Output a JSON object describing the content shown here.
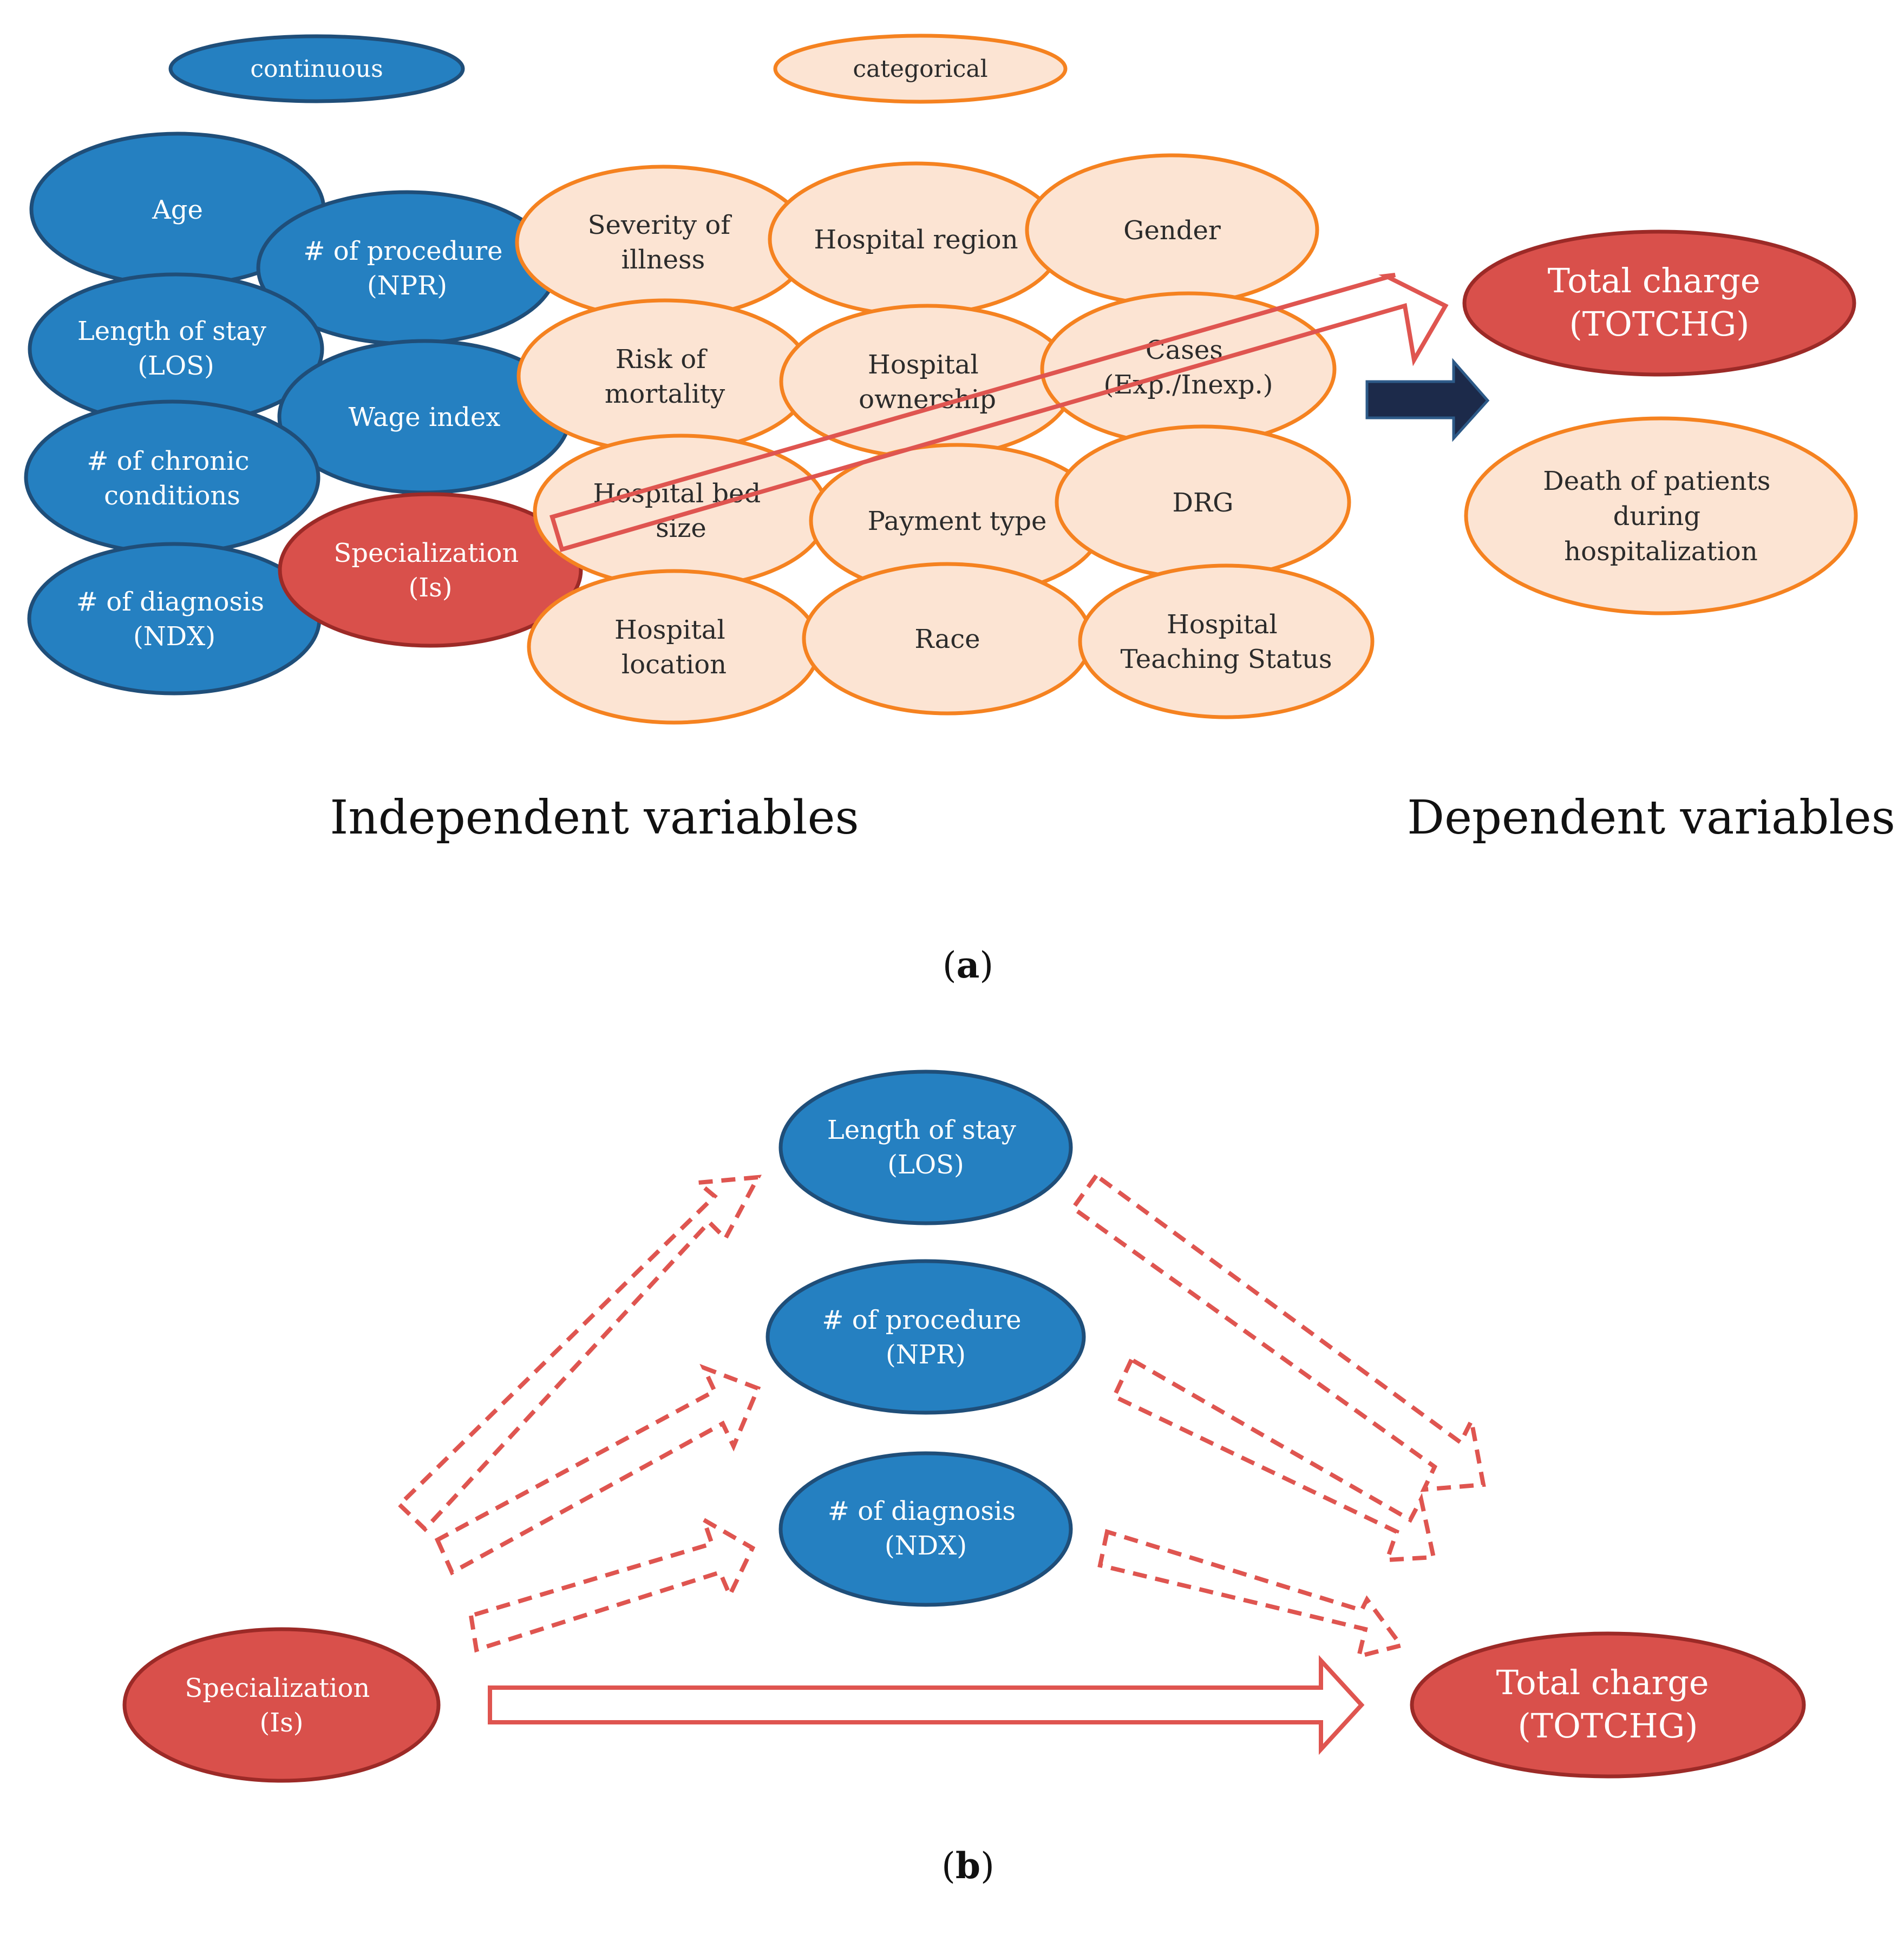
{
  "colors": {
    "continuous_fill": "#2580c1",
    "continuous_stroke": "#1f4e79",
    "categorical_fill": "#fce4d3",
    "categorical_stroke": "#f58220",
    "specialization_fill": "#d9504b",
    "specialization_stroke": "#9c2a27",
    "red_arrow": "#df5550",
    "navy_arrow": "#1c2a4a"
  },
  "legend": {
    "continuous": "continuous",
    "categorical": "categorical"
  },
  "panel_a": {
    "continuous_vars": {
      "age": "Age",
      "procedure": [
        "# of procedure",
        "(NPR)"
      ],
      "los": [
        "Length of stay",
        "(LOS)"
      ],
      "wage": "Wage index",
      "chronic": [
        "# of chronic",
        "conditions"
      ],
      "diagnosis": [
        "# of diagnosis",
        "(NDX)"
      ]
    },
    "specialization": [
      "Specialization",
      "(Is)"
    ],
    "categorical_vars": {
      "severity": [
        "Severity of",
        "illness"
      ],
      "region": "Hospital region",
      "gender": "Gender",
      "risk": [
        "Risk of",
        "mortality"
      ],
      "ownership": [
        "Hospital",
        "ownership"
      ],
      "cases": [
        "Cases",
        "(Exp./Inexp.)"
      ],
      "bedsize": [
        "Hospital bed",
        "size"
      ],
      "payment": "Payment type",
      "drg": "DRG",
      "location": [
        "Hospital",
        "location"
      ],
      "race": "Race",
      "teaching": [
        "Hospital",
        "Teaching Status"
      ]
    },
    "dependent": {
      "total_charge": [
        "Total charge",
        "(TOTCHG)"
      ],
      "death": [
        "Death of patients",
        "during",
        "hospitalization"
      ]
    },
    "independent_caption": "Independent variables",
    "dependent_caption": "Dependent variables",
    "panel_label": {
      "open": "(",
      "letter": "a",
      "close": ")"
    }
  },
  "panel_b": {
    "specialization": [
      "Specialization",
      "(Is)"
    ],
    "total_charge": [
      "Total charge",
      "(TOTCHG)"
    ],
    "mediators": {
      "los": [
        "Length of stay",
        "(LOS)"
      ],
      "npr": [
        "# of procedure",
        "(NPR)"
      ],
      "ndx": [
        "# of diagnosis",
        "(NDX)"
      ]
    },
    "panel_label": {
      "open": "(",
      "letter": "b",
      "close": ")"
    }
  }
}
